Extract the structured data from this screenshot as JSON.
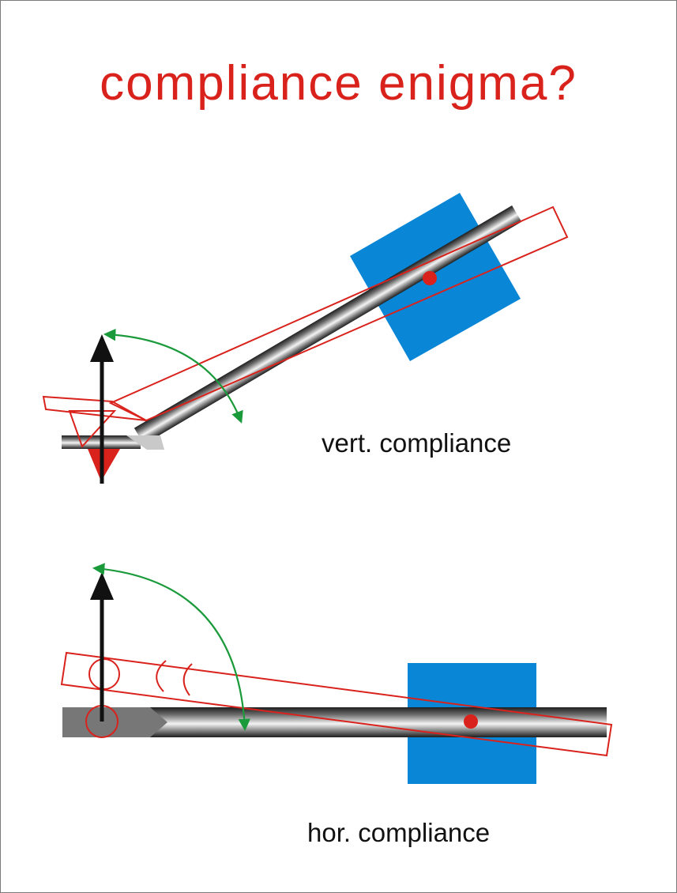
{
  "title": "compliance enigma?",
  "captions": {
    "vertical": "vert. compliance",
    "horizontal": "hor. compliance"
  },
  "colors": {
    "title": "#d9221c",
    "outline": "#d9221c",
    "pivot_block": "#0a86d6",
    "pivot_point": "#d9221c",
    "rotation_arrow": "#1a9a3a",
    "force_arrow": "#111111"
  },
  "icons": [
    "pivot-block",
    "pivot-point",
    "force-arrow",
    "rotation-arrow",
    "stylus-tip"
  ]
}
